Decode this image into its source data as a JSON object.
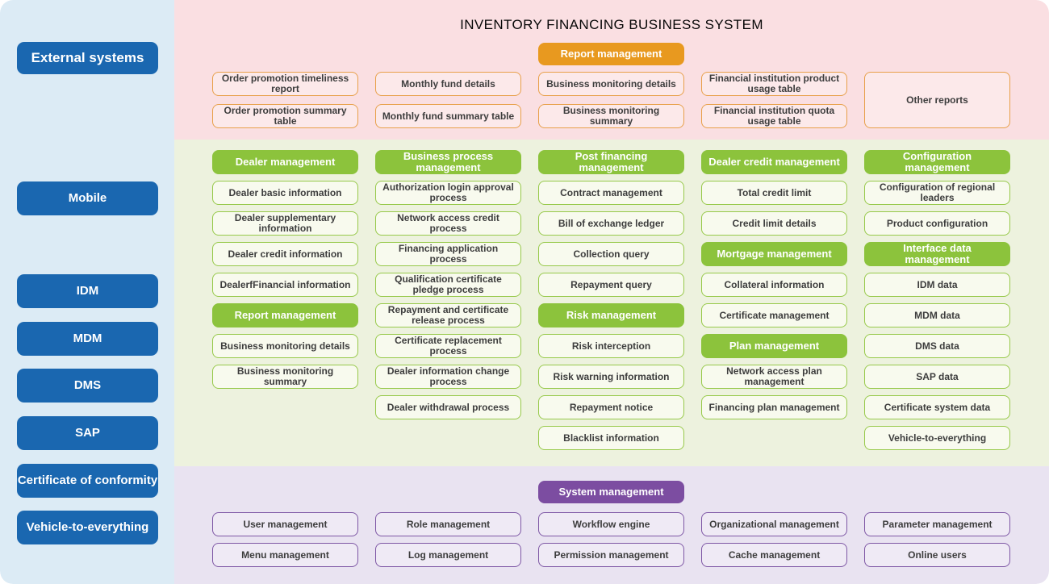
{
  "title": "INVENTORY FINANCING BUSINESS SYSTEM",
  "colors": {
    "sidebar_bg": "#dcebf5",
    "blue_button": "#1a67b0",
    "pink_band": "#fadfe2",
    "orange_header": "#e8991f",
    "orange_border": "#e8a04a",
    "green_band": "#edf2de",
    "green_header": "#8cc33c",
    "green_border": "#97c94a",
    "purple_band": "#e9e3f1",
    "purple_header": "#7c4da1",
    "purple_border": "#7e57a5",
    "box_text": "#3d3d3d"
  },
  "sidebar": {
    "items": [
      {
        "label": "External systems"
      },
      {
        "label": "Mobile"
      },
      {
        "label": "IDM"
      },
      {
        "label": "MDM"
      },
      {
        "label": "DMS"
      },
      {
        "label": "SAP"
      },
      {
        "label": "Certificate of conformity"
      },
      {
        "label": "Vehicle-to-everything"
      }
    ]
  },
  "reports_section": {
    "header": "Report management",
    "columns": [
      {
        "items": [
          "Order promotion timeliness report",
          "Order promotion summary table"
        ]
      },
      {
        "items": [
          "Monthly fund details",
          "Monthly fund summary table"
        ]
      },
      {
        "items": [
          "Business monitoring details",
          "Business monitoring summary"
        ]
      },
      {
        "items": [
          "Financial institution product usage table",
          "Financial institution quota usage table"
        ]
      },
      {
        "items": [
          "Other reports"
        ],
        "span": true
      }
    ]
  },
  "business_section": {
    "columns": [
      {
        "blocks": [
          {
            "type": "header",
            "label": "Dealer management"
          },
          {
            "type": "item",
            "label": "Dealer basic information"
          },
          {
            "type": "item",
            "label": "Dealer supplementary information"
          },
          {
            "type": "item",
            "label": "Dealer credit information"
          },
          {
            "type": "item",
            "label": "DealerfFinancial information"
          },
          {
            "type": "header",
            "label": "Report management"
          },
          {
            "type": "item",
            "label": "Business monitoring details"
          },
          {
            "type": "item",
            "label": "Business monitoring summary"
          }
        ]
      },
      {
        "blocks": [
          {
            "type": "header",
            "label": "Business process management"
          },
          {
            "type": "item",
            "label": "Authorization login approval process"
          },
          {
            "type": "item",
            "label": "Network access credit process"
          },
          {
            "type": "item",
            "label": "Financing application process"
          },
          {
            "type": "item",
            "label": "Qualification certificate pledge process"
          },
          {
            "type": "item",
            "label": "Repayment and certificate release process"
          },
          {
            "type": "item",
            "label": "Certificate replacement process"
          },
          {
            "type": "item",
            "label": "Dealer information change process"
          },
          {
            "type": "item",
            "label": "Dealer withdrawal process"
          }
        ]
      },
      {
        "blocks": [
          {
            "type": "header",
            "label": "Post financing management"
          },
          {
            "type": "item",
            "label": "Contract management"
          },
          {
            "type": "item",
            "label": "Bill of exchange ledger"
          },
          {
            "type": "item",
            "label": "Collection query"
          },
          {
            "type": "item",
            "label": "Repayment query"
          },
          {
            "type": "header",
            "label": "Risk management"
          },
          {
            "type": "item",
            "label": "Risk interception"
          },
          {
            "type": "item",
            "label": "Risk warning information"
          },
          {
            "type": "item",
            "label": "Repayment notice"
          },
          {
            "type": "item",
            "label": "Blacklist information"
          }
        ]
      },
      {
        "blocks": [
          {
            "type": "header",
            "label": "Dealer credit management"
          },
          {
            "type": "item",
            "label": "Total credit limit"
          },
          {
            "type": "item",
            "label": "Credit limit details"
          },
          {
            "type": "header",
            "label": "Mortgage management"
          },
          {
            "type": "item",
            "label": "Collateral information"
          },
          {
            "type": "item",
            "label": "Certificate management"
          },
          {
            "type": "header",
            "label": "Plan management"
          },
          {
            "type": "item",
            "label": "Network access plan management"
          },
          {
            "type": "item",
            "label": "Financing plan management"
          }
        ]
      },
      {
        "blocks": [
          {
            "type": "header",
            "label": "Configuration management"
          },
          {
            "type": "item",
            "label": "Configuration of regional leaders"
          },
          {
            "type": "item",
            "label": "Product configuration"
          },
          {
            "type": "header",
            "label": "Interface data management"
          },
          {
            "type": "item",
            "label": "IDM data"
          },
          {
            "type": "item",
            "label": "MDM data"
          },
          {
            "type": "item",
            "label": "DMS data"
          },
          {
            "type": "item",
            "label": "SAP data"
          },
          {
            "type": "item",
            "label": "Certificate system data"
          },
          {
            "type": "item",
            "label": "Vehicle-to-everything"
          }
        ]
      }
    ]
  },
  "system_section": {
    "header": "System management",
    "rows": [
      [
        "User management",
        "Role management",
        "Workflow engine",
        "Organizational management",
        "Parameter management"
      ],
      [
        "Menu management",
        "Log management",
        "Permission management",
        "Cache management",
        "Online users"
      ]
    ]
  }
}
